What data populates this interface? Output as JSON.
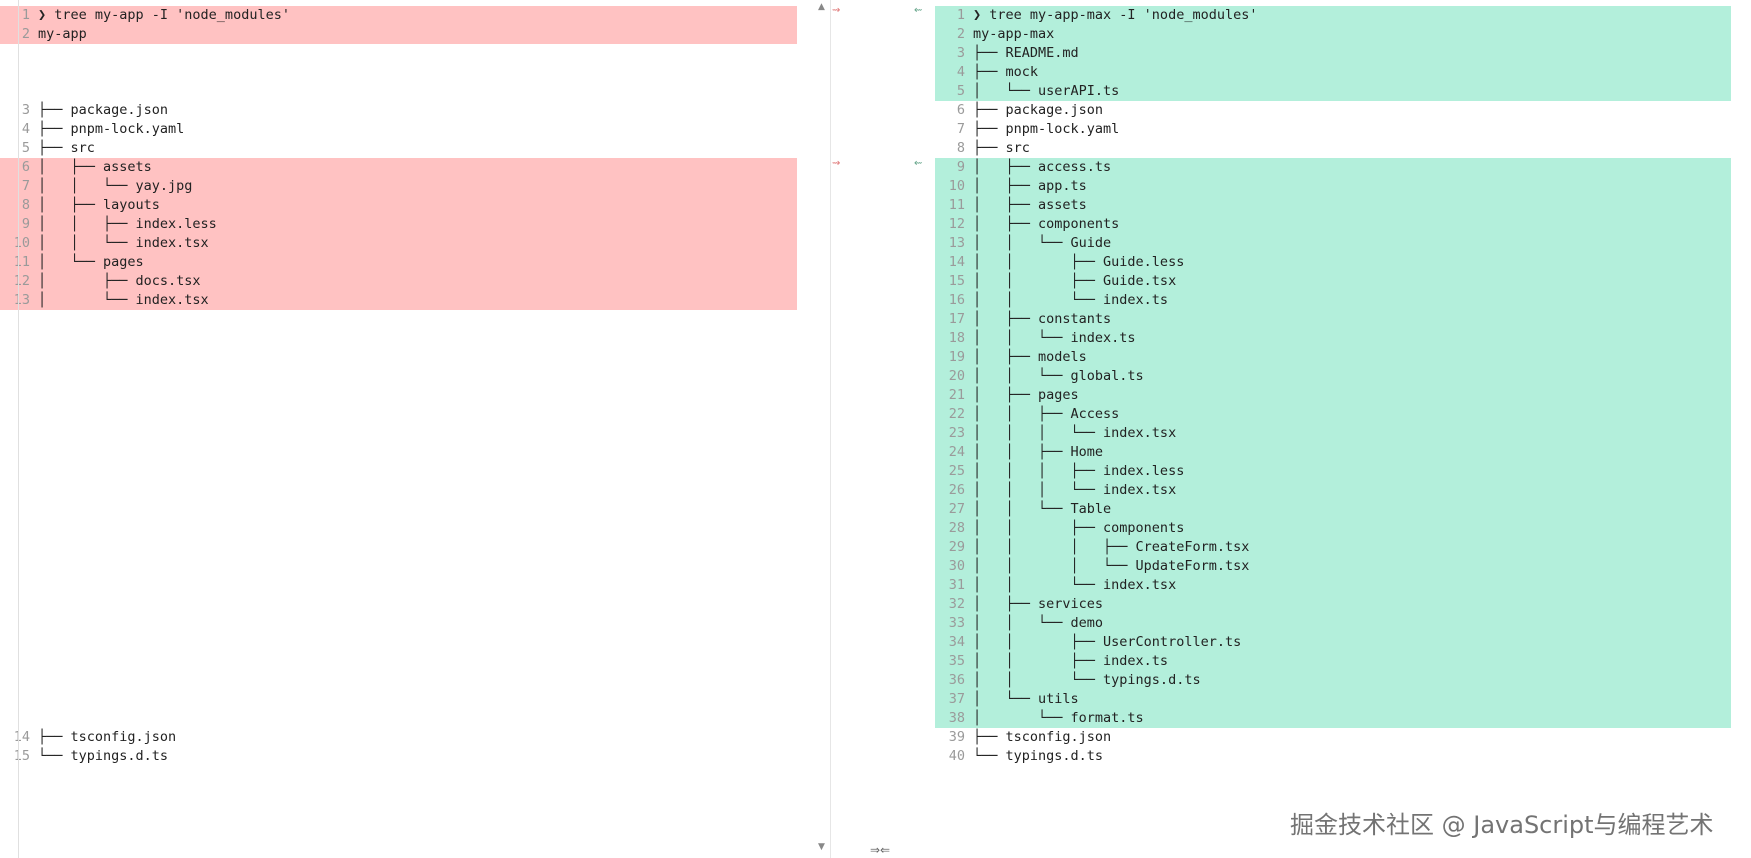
{
  "left": {
    "lines": [
      {
        "num": "1",
        "text": "❯ tree my-app -I 'node_modules'",
        "status": "removed"
      },
      {
        "num": "2",
        "text": "my-app",
        "status": "removed"
      },
      {
        "num": "3",
        "text": "├── package.json",
        "status": "none"
      },
      {
        "num": "4",
        "text": "├── pnpm-lock.yaml",
        "status": "none"
      },
      {
        "num": "5",
        "text": "├── src",
        "status": "none"
      },
      {
        "num": "6",
        "text": "│   ├── assets",
        "status": "removed"
      },
      {
        "num": "7",
        "text": "│   │   └── yay.jpg",
        "status": "removed"
      },
      {
        "num": "8",
        "text": "│   ├── layouts",
        "status": "removed"
      },
      {
        "num": "9",
        "text": "│   │   ├── index.less",
        "status": "removed"
      },
      {
        "num": "10",
        "text": "│   │   └── index.tsx",
        "status": "removed"
      },
      {
        "num": "11",
        "text": "│   └── pages",
        "status": "removed"
      },
      {
        "num": "12",
        "text": "│       ├── docs.tsx",
        "status": "removed"
      },
      {
        "num": "13",
        "text": "│       └── index.tsx",
        "status": "removed"
      },
      {
        "num": "14",
        "text": "├── tsconfig.json",
        "status": "none"
      },
      {
        "num": "15",
        "text": "└── typings.d.ts",
        "status": "none"
      }
    ]
  },
  "right": {
    "lines": [
      {
        "num": "1",
        "text": "❯ tree my-app-max -I 'node_modules'",
        "status": "added"
      },
      {
        "num": "2",
        "text": "my-app-max",
        "status": "added"
      },
      {
        "num": "3",
        "text": "├── README.md",
        "status": "added"
      },
      {
        "num": "4",
        "text": "├── mock",
        "status": "added"
      },
      {
        "num": "5",
        "text": "│   └── userAPI.ts",
        "status": "added"
      },
      {
        "num": "6",
        "text": "├── package.json",
        "status": "none"
      },
      {
        "num": "7",
        "text": "├── pnpm-lock.yaml",
        "status": "none"
      },
      {
        "num": "8",
        "text": "├── src",
        "status": "none"
      },
      {
        "num": "9",
        "text": "│   ├── access.ts",
        "status": "added"
      },
      {
        "num": "10",
        "text": "│   ├── app.ts",
        "status": "added"
      },
      {
        "num": "11",
        "text": "│   ├── assets",
        "status": "added"
      },
      {
        "num": "12",
        "text": "│   ├── components",
        "status": "added"
      },
      {
        "num": "13",
        "text": "│   │   └── Guide",
        "status": "added"
      },
      {
        "num": "14",
        "text": "│   │       ├── Guide.less",
        "status": "added"
      },
      {
        "num": "15",
        "text": "│   │       ├── Guide.tsx",
        "status": "added"
      },
      {
        "num": "16",
        "text": "│   │       └── index.ts",
        "status": "added"
      },
      {
        "num": "17",
        "text": "│   ├── constants",
        "status": "added"
      },
      {
        "num": "18",
        "text": "│   │   └── index.ts",
        "status": "added"
      },
      {
        "num": "19",
        "text": "│   ├── models",
        "status": "added"
      },
      {
        "num": "20",
        "text": "│   │   └── global.ts",
        "status": "added"
      },
      {
        "num": "21",
        "text": "│   ├── pages",
        "status": "added"
      },
      {
        "num": "22",
        "text": "│   │   ├── Access",
        "status": "added"
      },
      {
        "num": "23",
        "text": "│   │   │   └── index.tsx",
        "status": "added"
      },
      {
        "num": "24",
        "text": "│   │   ├── Home",
        "status": "added"
      },
      {
        "num": "25",
        "text": "│   │   │   ├── index.less",
        "status": "added"
      },
      {
        "num": "26",
        "text": "│   │   │   └── index.tsx",
        "status": "added"
      },
      {
        "num": "27",
        "text": "│   │   └── Table",
        "status": "added"
      },
      {
        "num": "28",
        "text": "│   │       ├── components",
        "status": "added"
      },
      {
        "num": "29",
        "text": "│   │       │   ├── CreateForm.tsx",
        "status": "added"
      },
      {
        "num": "30",
        "text": "│   │       │   └── UpdateForm.tsx",
        "status": "added"
      },
      {
        "num": "31",
        "text": "│   │       └── index.tsx",
        "status": "added"
      },
      {
        "num": "32",
        "text": "│   ├── services",
        "status": "added"
      },
      {
        "num": "33",
        "text": "│   │   └── demo",
        "status": "added"
      },
      {
        "num": "34",
        "text": "│   │       ├── UserController.ts",
        "status": "added"
      },
      {
        "num": "35",
        "text": "│   │       ├── index.ts",
        "status": "added"
      },
      {
        "num": "36",
        "text": "│   │       └── typings.d.ts",
        "status": "added"
      },
      {
        "num": "37",
        "text": "│   └── utils",
        "status": "added"
      },
      {
        "num": "38",
        "text": "│       └── format.ts",
        "status": "added"
      },
      {
        "num": "39",
        "text": "├── tsconfig.json",
        "status": "none"
      },
      {
        "num": "40",
        "text": "└── typings.d.ts",
        "status": "none"
      }
    ]
  },
  "markers": {
    "left_connector": "⇝",
    "right_connector": "⇜",
    "sync": "⇒⇐",
    "scroll_up": "▲",
    "scroll_down": "▼"
  },
  "watermark": "掘金技术社区 @ JavaScript与编程艺术",
  "colors": {
    "removed_bg": "#ffc2c2",
    "added_bg": "#b3efdb"
  }
}
